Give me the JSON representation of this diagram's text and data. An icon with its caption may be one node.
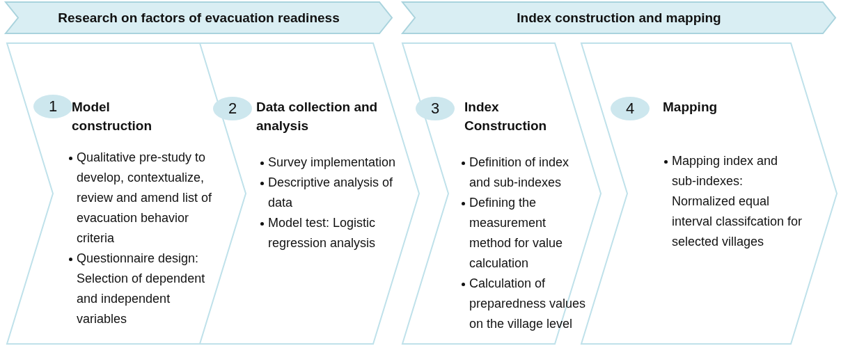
{
  "diagram": {
    "nodes": [
      {
        "text": [
          "Research on factors of evacuation readiness"
        ]
      },
      {
        "text": [
          "Index construction and mapping"
        ]
      },
      {
        "text": [
          "Model construction",
          "Qualitative pre-study to develop, contextualize, review and amend list of evacuation behavior criteria",
          "Questionnaire design: Selection of dependent and independent variables"
        ]
      },
      {
        "text": [
          "1"
        ],
        "in": 2
      },
      {
        "text": [
          "Data collection and analysis",
          "Survey implementation",
          "Descriptive analysis of data",
          "Model test: Logistic regression analysis"
        ]
      },
      {
        "text": [
          "2"
        ],
        "in": 4
      },
      {
        "text": [
          "Index Construction",
          "Definition of index and sub-indexes",
          "Defining the measurement method for value calculation",
          "Calculation of preparedness values on the village level"
        ]
      },
      {
        "text": [
          "3"
        ],
        "in": 6
      },
      {
        "text": [
          "Mapping",
          "Mapping index and sub-indexes: Normalized equal interval classifcation for selected villages"
        ]
      },
      {
        "text": [
          "4"
        ],
        "in": 8
      }
    ]
  }
}
